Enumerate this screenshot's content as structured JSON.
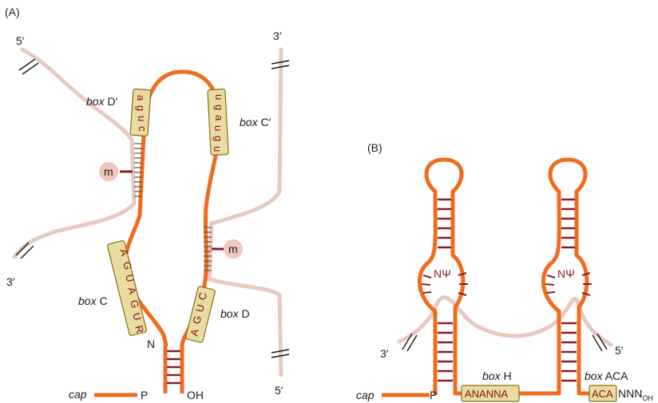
{
  "panel_a": {
    "panel_label": "(A)",
    "rna_5prime": "5′",
    "rna_3prime_left": "3′",
    "rna_3prime_top": "3′",
    "rna_5prime_right": "5′",
    "box_d_prime_label": "box",
    "box_d_prime_name": "D′",
    "box_d_prime_seq": [
      "a",
      "g",
      "u",
      "c"
    ],
    "box_c_prime_label": "box",
    "box_c_prime_name": "C′",
    "box_c_prime_seq": [
      "u",
      "g",
      "a",
      "u",
      "g",
      "u"
    ],
    "box_c_label": "box",
    "box_c_name": "C",
    "box_c_seq": [
      "A",
      "G",
      "U",
      "A",
      "G",
      "U",
      "R"
    ],
    "box_d_label": "box",
    "box_d_name": "D",
    "box_d_seq": [
      "C",
      "U",
      "G",
      "A"
    ],
    "methyl_mark": "m",
    "n_label": "N",
    "cap_label": "cap",
    "p_label": "P",
    "oh_label": "OH"
  },
  "panel_b": {
    "panel_label": "(B)",
    "psi_left": "NΨ",
    "psi_right": "NΨ",
    "rna_3prime": "3′",
    "rna_5prime": "5′",
    "box_h_label": "box",
    "box_h_name": "H",
    "box_h_seq": "ANANNA",
    "box_aca_label": "box",
    "box_aca_name": "ACA",
    "box_aca_seq": "ACA",
    "tail": "NNN",
    "tail_sub": "OH",
    "cap_label": "cap",
    "p_label": "P"
  },
  "colors": {
    "snorna": "#f26b1d",
    "target_rna": "#e8c9c0",
    "pairing": "#8a1e28",
    "box_fill": "#e8dca0",
    "methyl_fill": "#efc7bd"
  }
}
